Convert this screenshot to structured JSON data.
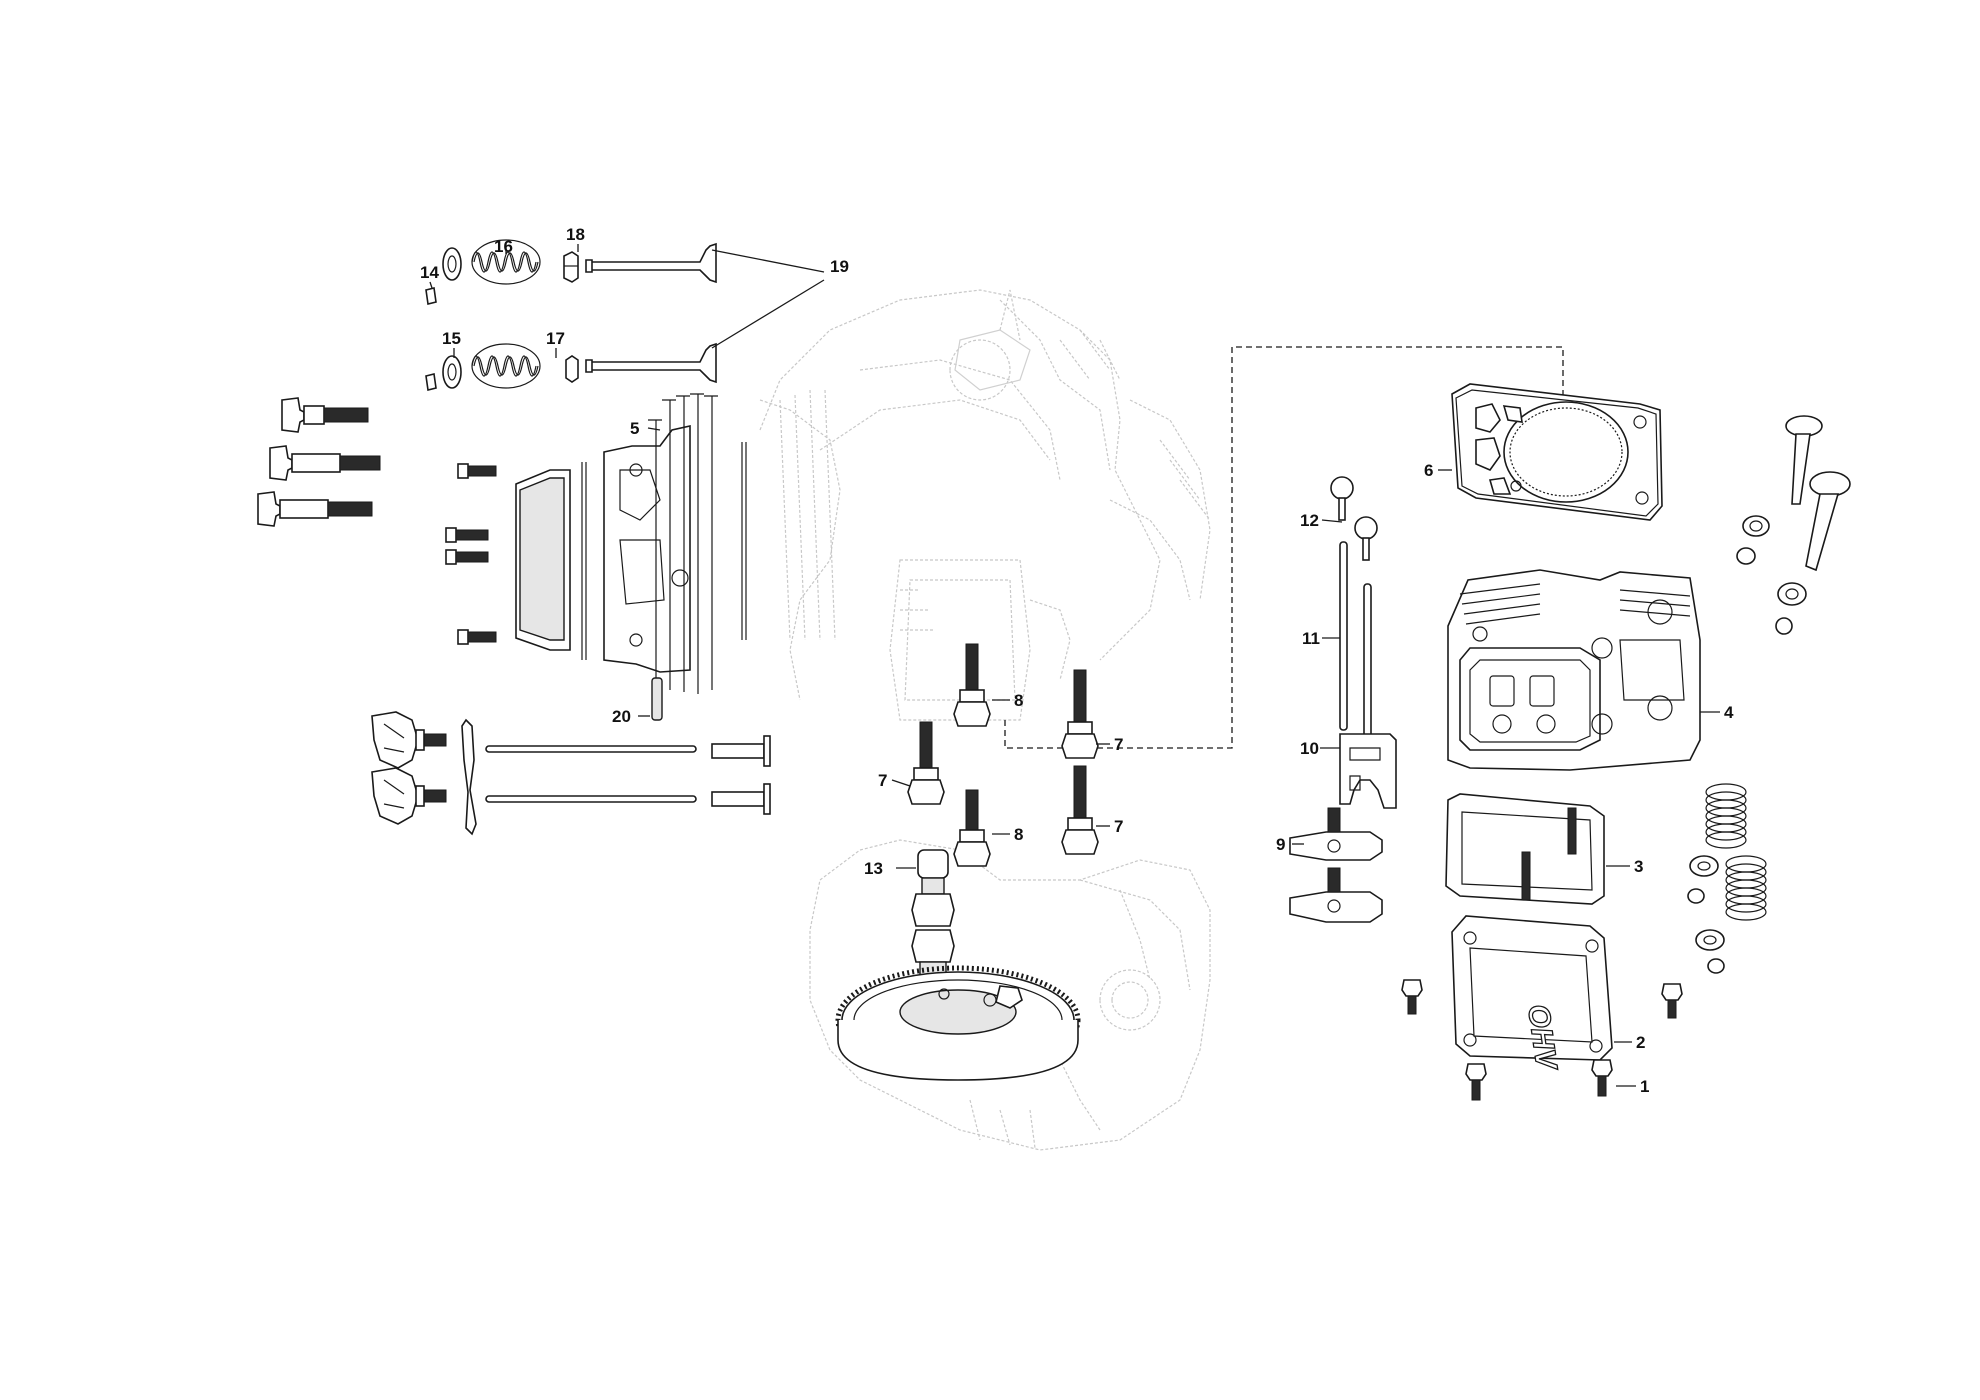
{
  "diagram": {
    "callouts": [
      {
        "id": "1",
        "label": "1"
      },
      {
        "id": "2",
        "label": "2"
      },
      {
        "id": "3",
        "label": "3"
      },
      {
        "id": "4",
        "label": "4"
      },
      {
        "id": "5",
        "label": "5"
      },
      {
        "id": "6",
        "label": "6"
      },
      {
        "id": "7a",
        "label": "7"
      },
      {
        "id": "7b",
        "label": "7"
      },
      {
        "id": "7c",
        "label": "7"
      },
      {
        "id": "8a",
        "label": "8"
      },
      {
        "id": "8b",
        "label": "8"
      },
      {
        "id": "9",
        "label": "9"
      },
      {
        "id": "10",
        "label": "10"
      },
      {
        "id": "11",
        "label": "11"
      },
      {
        "id": "12",
        "label": "12"
      },
      {
        "id": "13",
        "label": "13"
      },
      {
        "id": "14",
        "label": "14"
      },
      {
        "id": "15",
        "label": "15"
      },
      {
        "id": "16",
        "label": "16"
      },
      {
        "id": "17",
        "label": "17"
      },
      {
        "id": "18",
        "label": "18"
      },
      {
        "id": "19",
        "label": "19"
      },
      {
        "id": "20",
        "label": "20"
      }
    ],
    "cover_marking": "OHV",
    "colors": {
      "line": "#1a1a1a",
      "ghost": "#c8c8c8",
      "background": "#ffffff"
    }
  }
}
